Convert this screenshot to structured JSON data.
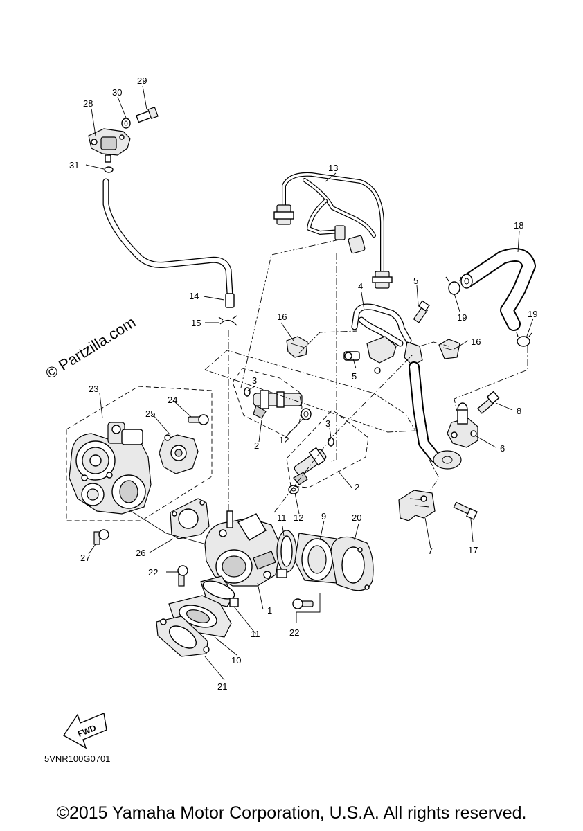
{
  "watermark": "© Partzilla.com",
  "drawing_code": "5VNR100G0701",
  "fwd_label": "FWD",
  "copyright": "©2015 Yamaha Motor Corporation, U.S.A. All rights reserved.",
  "callouts": {
    "c1": "1",
    "c2a": "2",
    "c2b": "2",
    "c3a": "3",
    "c3b": "3",
    "c4": "4",
    "c5a": "5",
    "c5b": "5",
    "c6": "6",
    "c7": "7",
    "c8": "8",
    "c9": "9",
    "c10": "10",
    "c11a": "11",
    "c11b": "11",
    "c12a": "12",
    "c12b": "12",
    "c13": "13",
    "c14": "14",
    "c15": "15",
    "c16a": "16",
    "c16b": "16",
    "c17": "17",
    "c18": "18",
    "c19a": "19",
    "c19b": "19",
    "c20": "20",
    "c21": "21",
    "c22a": "22",
    "c22b": "22",
    "c23": "23",
    "c24": "24",
    "c25": "25",
    "c26": "26",
    "c27": "27",
    "c28": "28",
    "c29": "29",
    "c30": "30",
    "c31": "31"
  }
}
